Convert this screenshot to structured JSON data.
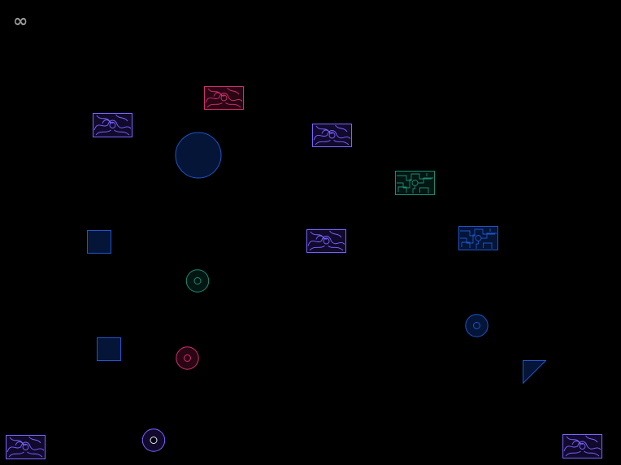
{
  "hud": {
    "lives_label": "∞"
  },
  "colors": {
    "violet": "#7a64ff",
    "violet_fill": "#120a2c",
    "magenta": "#d0306e",
    "magenta_fill": "#2a0514",
    "teal": "#1d8a73",
    "teal_fill": "#021612",
    "blue": "#1f55c8",
    "blue_fill": "#041538"
  },
  "shapes": [
    {
      "kind": "pattern-tile",
      "pattern": "swirl",
      "color": "magenta"
    },
    {
      "kind": "pattern-tile",
      "pattern": "swirl",
      "color": "violet"
    },
    {
      "kind": "pattern-tile",
      "pattern": "swirl",
      "color": "violet"
    },
    {
      "kind": "pattern-tile",
      "pattern": "maze",
      "color": "teal"
    },
    {
      "kind": "pattern-tile",
      "pattern": "swirl",
      "color": "violet"
    },
    {
      "kind": "pattern-tile",
      "pattern": "maze",
      "color": "blue"
    },
    {
      "kind": "pattern-tile",
      "pattern": "swirl",
      "color": "violet"
    },
    {
      "kind": "pattern-tile",
      "pattern": "swirl",
      "color": "violet"
    },
    {
      "kind": "circle",
      "color": "blue"
    },
    {
      "kind": "square",
      "color": "blue"
    },
    {
      "kind": "square",
      "color": "blue"
    },
    {
      "kind": "ring",
      "color": "teal"
    },
    {
      "kind": "ring",
      "color": "magenta"
    },
    {
      "kind": "ring",
      "color": "blue"
    },
    {
      "kind": "ring",
      "color": "violet"
    },
    {
      "kind": "triangle",
      "color": "blue"
    }
  ]
}
